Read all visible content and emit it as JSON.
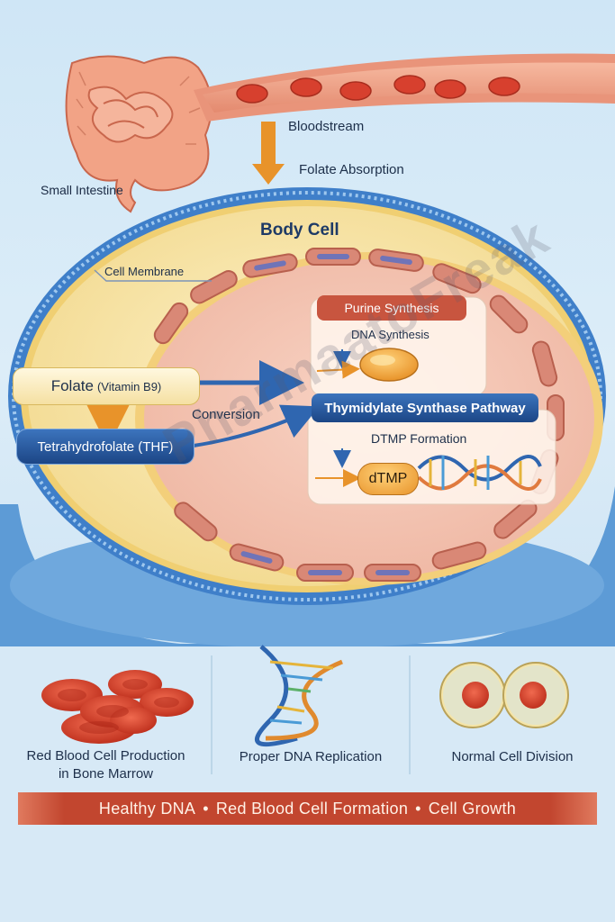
{
  "labels": {
    "small_intestine": "Small Intestine",
    "bloodstream": "Bloodstream",
    "folate_absorption": "Folate Absorption",
    "body_cell": "Body Cell",
    "cell_membrane": "Cell Membrane",
    "purine_synthesis": "Purine Synthesis",
    "dna_synthesis": "DNA Synthesis",
    "folate": "Folate",
    "folate_sub": "(Vitamin B9)",
    "conversion": "Conversion",
    "thymidylate": "Thymidylate Synthase Pathway",
    "thf": "Tetrahydrofolate (THF)",
    "dtmp_formation": "DTMP Formation",
    "dtmp": "dTMP"
  },
  "outcomes": [
    {
      "line1": "Red Blood Cell Production",
      "line2": "in Bone Marrow"
    },
    {
      "line1": "Proper DNA Replication",
      "line2": ""
    },
    {
      "line1": "Normal Cell Division",
      "line2": ""
    }
  ],
  "banner": {
    "a": "Healthy DNA",
    "b": "Red Blood Cell Formation",
    "c": "Cell Growth",
    "sep": "•"
  },
  "watermark": "PharmaatoFreak",
  "colors": {
    "accent_orange": "#e8932a",
    "arrow_blue": "#2f66b0",
    "pill_red": "#c8553f",
    "pill_blue": "#24559a",
    "banner_red": "#c2462f"
  },
  "icons": [
    "intestine-icon",
    "blood-vessel-icon",
    "red-blood-cells-icon",
    "dna-helix-icon",
    "dividing-cell-icon"
  ]
}
